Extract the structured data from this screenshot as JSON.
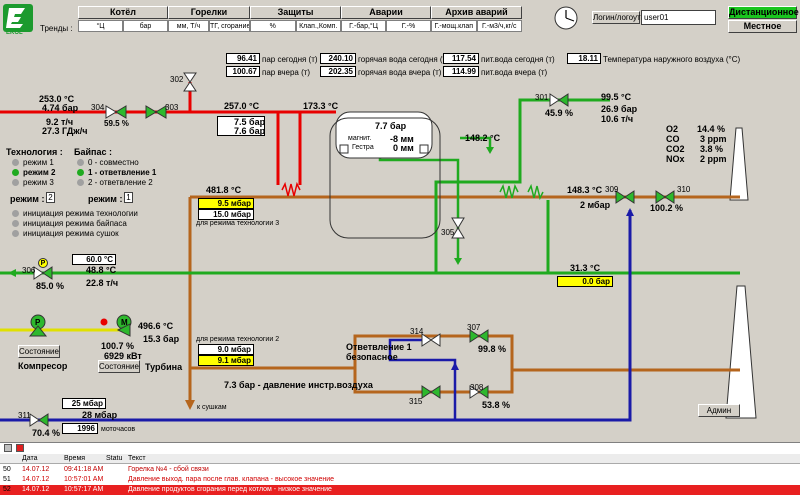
{
  "app": {
    "logo_text": "EKOL",
    "trends_label": "Тренды :"
  },
  "header": {
    "groups": [
      {
        "label": "Котёл",
        "subs": [
          "°Ц",
          "бар"
        ]
      },
      {
        "label": "Горелки",
        "subs": [
          "мм, Т/ч",
          "ТГ, сгорание"
        ]
      },
      {
        "label": "Защиты",
        "subs": [
          "%",
          "Клап.,Комп."
        ]
      },
      {
        "label": "Аварии",
        "subs": [
          "Г.-бар,°Ц",
          "Г.-%"
        ]
      },
      {
        "label": "Архив аварий",
        "subs": [
          "Г.-мощ.клап",
          "Г.-м3/ч,кг/с"
        ]
      }
    ],
    "login_button": "Логин/логоут",
    "user_value": "user01",
    "mode_remote": "Дистанционное",
    "mode_local": "Местное"
  },
  "counters": [
    {
      "value": "96.41",
      "label": "пар сегодня (т)"
    },
    {
      "value": "100.67",
      "label": "пар вчера (т)"
    },
    {
      "value": "240.10",
      "label": "горячая вода сегодня (т)"
    },
    {
      "value": "202.35",
      "label": "горячая вода вчера (т)"
    },
    {
      "value": "117.54",
      "label": "пит.вода сегодня (т)"
    },
    {
      "value": "114.99",
      "label": "пит.вода вчера (т)"
    },
    {
      "value": "18.11",
      "label": "Температура наружного воздуха (°С)"
    }
  ],
  "steam_left": {
    "t": "253.0 °C",
    "p": "4.74 бар",
    "flow": "9.2 т/ч",
    "energy": "27.3 ГДж/ч"
  },
  "valves": {
    "v302": "302",
    "v303": "303",
    "v304": "304",
    "v304_pct": "59.5 %",
    "v301": "301",
    "v301_pct": "45.9 %",
    "v305": "305",
    "v306": "306",
    "v306_pct": "85.0 %",
    "v309": "309",
    "v310": "310",
    "v310_pct": "100.2 %",
    "v311": "311",
    "v311_pct": "70.4 %",
    "v314": "314",
    "v307": "307",
    "v307_pct": "99.8 %",
    "v315": "315",
    "v308": "308",
    "v308_pct": "53.8 %"
  },
  "steam_mid": {
    "t": "257.0 °C",
    "p1": "7.5 бар",
    "p2": "7.6 бар",
    "t2": "173.3 °C"
  },
  "drum": {
    "p": "7.7 бар",
    "magnet_label": "магнит.",
    "magnet_val": "-8 мм",
    "gestra_label": "Гестра",
    "gestra_val": "0 мм"
  },
  "feed": {
    "t": "148.2 °C"
  },
  "right_steam": {
    "t": "99.5 °C",
    "p": "26.9 бар",
    "flow": "10.6 т/ч"
  },
  "emissions": [
    {
      "name": "O2",
      "value": "14.4 %"
    },
    {
      "name": "CO",
      "value": "3 ppm"
    },
    {
      "name": "CO2",
      "value": "3.8 %"
    },
    {
      "name": "NOx",
      "value": "2 ppm"
    }
  ],
  "tech": {
    "title": "Технология :",
    "modes": [
      "режим 1",
      "режим 2",
      "режим 3"
    ],
    "active_mode": 1,
    "mode_label": "режим :",
    "mode_value": "2",
    "actions": [
      "инициация режима технологии",
      "инициация режима байпаса",
      "инициация режима сушок"
    ]
  },
  "bypass": {
    "title": "Байпас :",
    "modes": [
      "0 - совместно",
      "1 - ответвление 1",
      "2 - ответвление 2"
    ],
    "active_mode": 1,
    "mode_label": "режим :",
    "mode_value": "1"
  },
  "exhaust": {
    "t": "481.8 °C",
    "p1": "9.5 мбар",
    "p2": "15.0 мбар",
    "note": "для режима технологии 3"
  },
  "flue_right": {
    "t": "148.3 °C",
    "p": "2 мбар"
  },
  "green_left": {
    "t": "60.0 °C",
    "p": "48.8 °C",
    "flow": "22.8 т/ч"
  },
  "blue_right": {
    "t": "31.3 °C",
    "p": "0.0 бар"
  },
  "compressor": {
    "p_label": "P",
    "state_button": "Состояние",
    "name": "Компресор"
  },
  "turbine": {
    "m_label": "M",
    "t": "496.6 °C",
    "p": "15.3 бар",
    "pct": "100.7 %",
    "power": "6929 кВт",
    "state_button": "Состояние",
    "name": "Турбина"
  },
  "tech2": {
    "note": "для режима технологии 2",
    "p1": "9.0 мбар",
    "p2": "9.1 мбар"
  },
  "branch": {
    "title": "Ответвление 1",
    "subtitle": "безопасное"
  },
  "air": {
    "text": "7.3 бар - давление инстр.воздуха",
    "dryer": "к сушкам"
  },
  "bottom_left": {
    "p1": "25 мбар",
    "p2": "28 мбар",
    "hours": "1996",
    "hours_label": "моточасов"
  },
  "admin_button": "Админ",
  "alarm_log": {
    "columns": [
      "Дата",
      "Время",
      "Statu",
      "Текст"
    ],
    "rows": [
      {
        "id": "50",
        "date": "14.07.12",
        "time": "09:41:18 AM",
        "status": "",
        "text": "Горелка №4 - сбой связи",
        "style": "white"
      },
      {
        "id": "51",
        "date": "14.07.12",
        "time": "10:57:01 AM",
        "status": "",
        "text": "Давление выход. пара после глав. клапана - высокое значение",
        "style": "red"
      },
      {
        "id": "52",
        "date": "14.07.12",
        "time": "10:57:17 AM",
        "status": "",
        "text": "Давление продуктов сгорания перед котлом - низкое значение",
        "style": "redfill"
      }
    ]
  },
  "colors": {
    "steam": "#e80000",
    "water": "#1faa1f",
    "flue": "#b5651d",
    "blue": "#1a1aa8",
    "yellow": "#ffff00",
    "valve": "#2db82d"
  }
}
